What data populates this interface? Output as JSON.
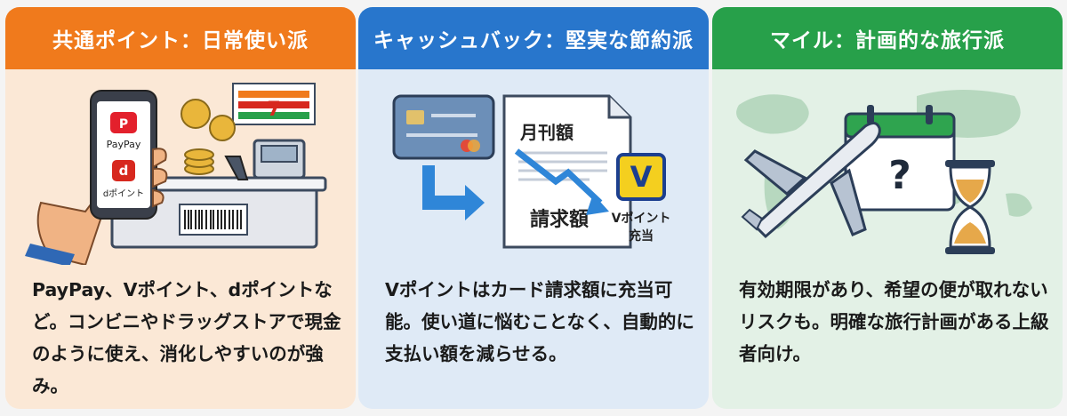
{
  "panels": [
    {
      "title": "共通ポイント：日常使い派",
      "body": "PayPay、Vポイント、dポイントなど。コンビニやドラッグストアで現金のように使え、消化しやすいのが強み。",
      "illustration": {
        "phone_apps": [
          "PayPay",
          "dポイント"
        ],
        "icons": [
          "smartphone-icon",
          "coin-icon",
          "convenience-store-sign-icon",
          "register-icon",
          "barcode-icon"
        ]
      },
      "accent": "#f07a1c"
    },
    {
      "title": "キャッシュバック：堅実な節約派",
      "body": "Vポイントはカード請求額に充当可能。使い道に悩むことなく、自動的に支払い額を減らせる。",
      "illustration": {
        "doc_title": "月刊額",
        "doc_label": "請求額",
        "badge_letter": "V",
        "badge_caption_1": "Vポイント",
        "badge_caption_2": "充当",
        "icons": [
          "credit-card-icon",
          "arrow-icon",
          "document-icon",
          "down-trend-arrow-icon"
        ]
      },
      "accent": "#2876cc"
    },
    {
      "title": "マイル：計画的な旅行派",
      "body": "有効期限があり、希望の便が取れないリスクも。明確な旅行計画がある上級者向け。",
      "illustration": {
        "calendar_mark": "?",
        "icons": [
          "world-map-icon",
          "airplane-icon",
          "calendar-icon",
          "hourglass-icon"
        ]
      },
      "accent": "#27a04a"
    }
  ]
}
